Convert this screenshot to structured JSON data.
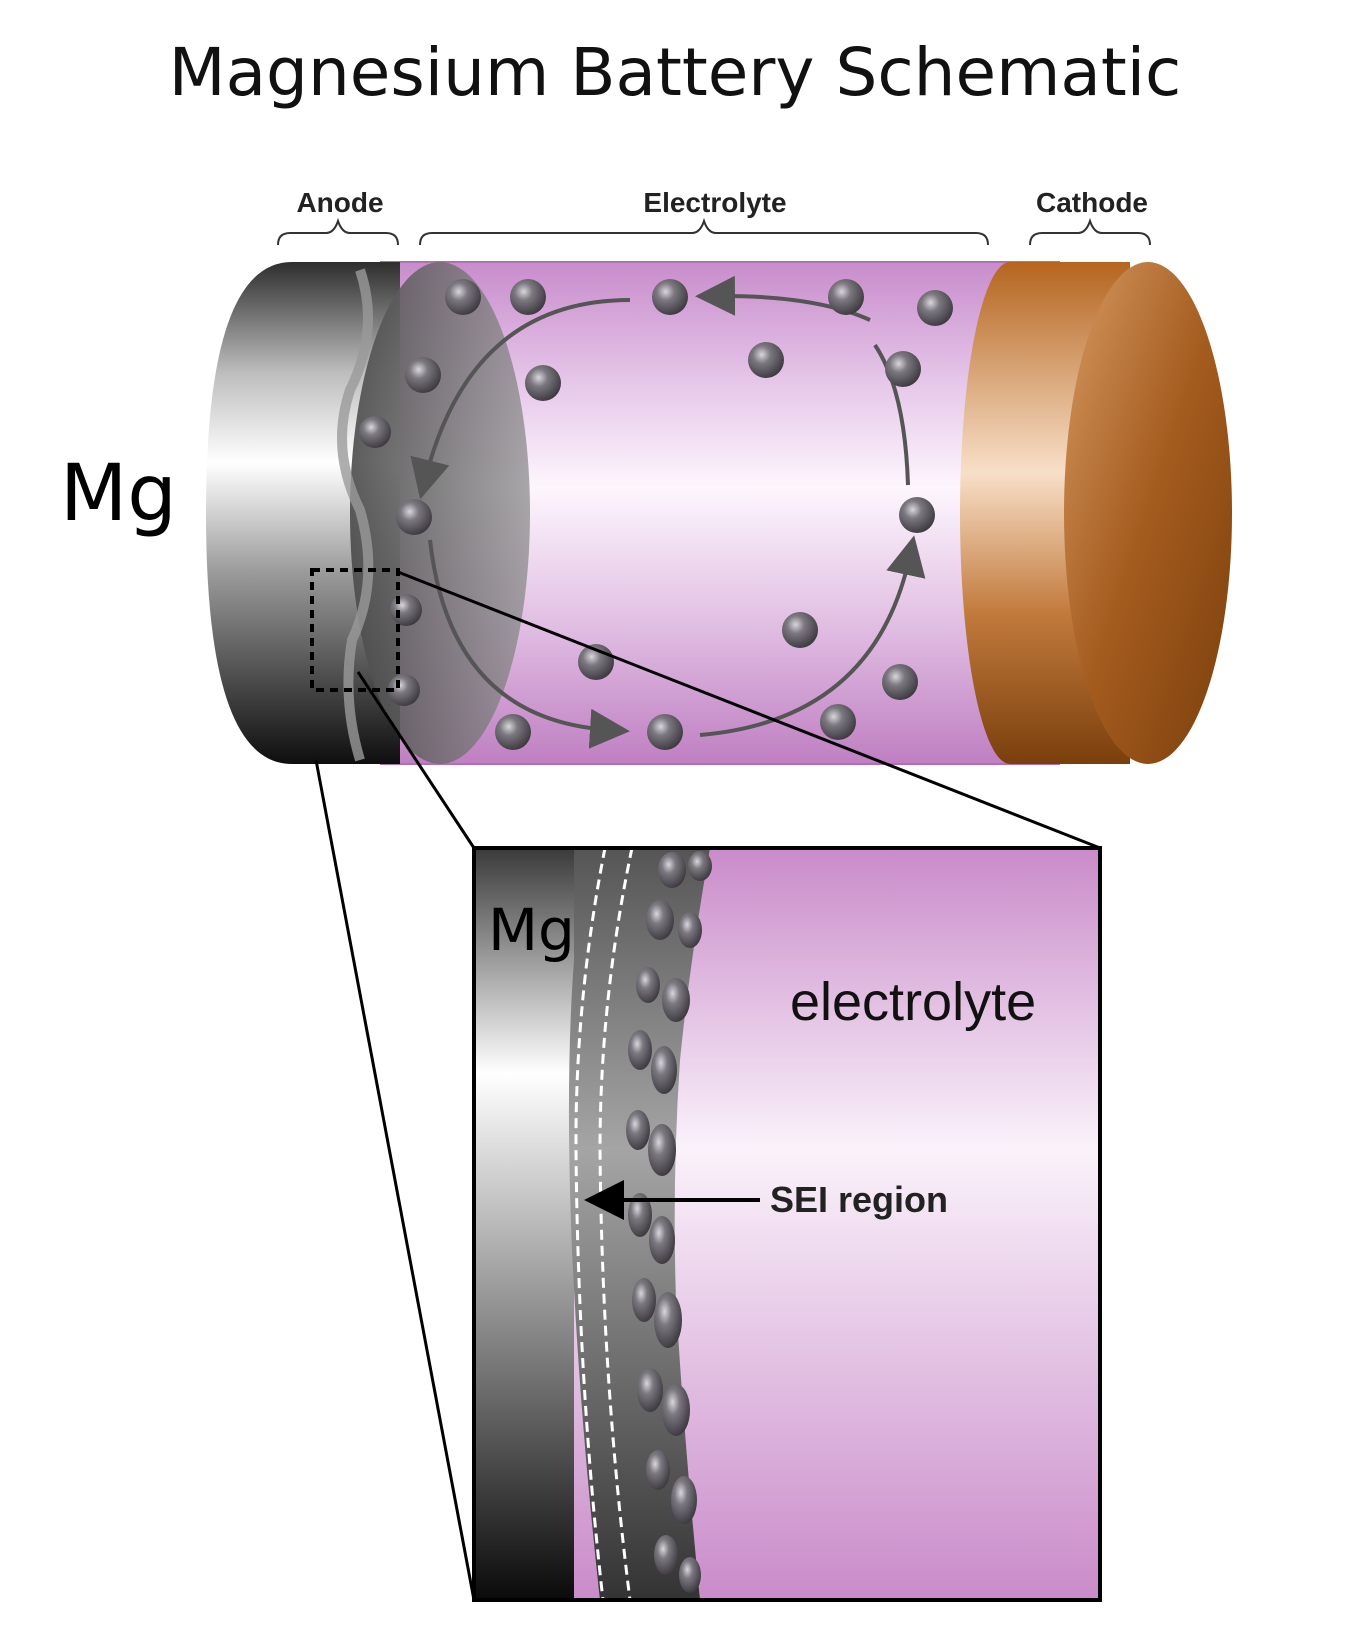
{
  "title": "Magnesium Battery Schematic",
  "labels": {
    "anode": "Anode",
    "electrolyte": "Electrolyte",
    "cathode": "Cathode",
    "mg_main": "Mg",
    "mg_inset": "Mg",
    "electrolyte_inset": "electrolyte",
    "sei_region": "SEI region"
  },
  "colors": {
    "electrolyte": "#c98bc9",
    "cathode": "#a65a1c",
    "anode": "#5a5a5a",
    "particle": "#5e5a60"
  }
}
